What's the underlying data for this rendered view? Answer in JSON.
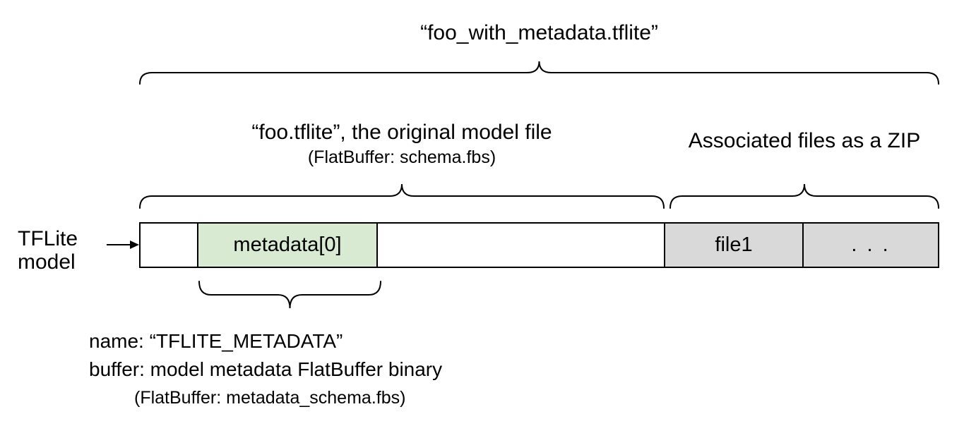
{
  "title": "“foo_with_metadata.tflite”",
  "sections": {
    "model_file": {
      "line1": "“foo.tflite”, the original model file",
      "line2": "(FlatBuffer: schema.fbs)"
    },
    "zip": {
      "label": "Associated files as a ZIP"
    }
  },
  "pointer": {
    "line1": "TFLite",
    "line2": "model"
  },
  "bar": {
    "segments": [
      {
        "label": "",
        "color": "#ffffff"
      },
      {
        "label": "metadata[0]",
        "color": "#d9ead3"
      },
      {
        "label": "",
        "color": "#ffffff"
      },
      {
        "label": "file1",
        "color": "#d9d9d9"
      },
      {
        "label": ". . .",
        "color": "#d9d9d9"
      }
    ]
  },
  "metadata_annotation": {
    "line1": "name: “TFLITE_METADATA”",
    "line2": "buffer: model metadata FlatBuffer binary",
    "line3": "(FlatBuffer: metadata_schema.fbs)"
  },
  "colors": {
    "metadata_fill": "#d9ead3",
    "file_fill": "#d9d9d9",
    "stroke": "#000000",
    "text": "#000000"
  }
}
